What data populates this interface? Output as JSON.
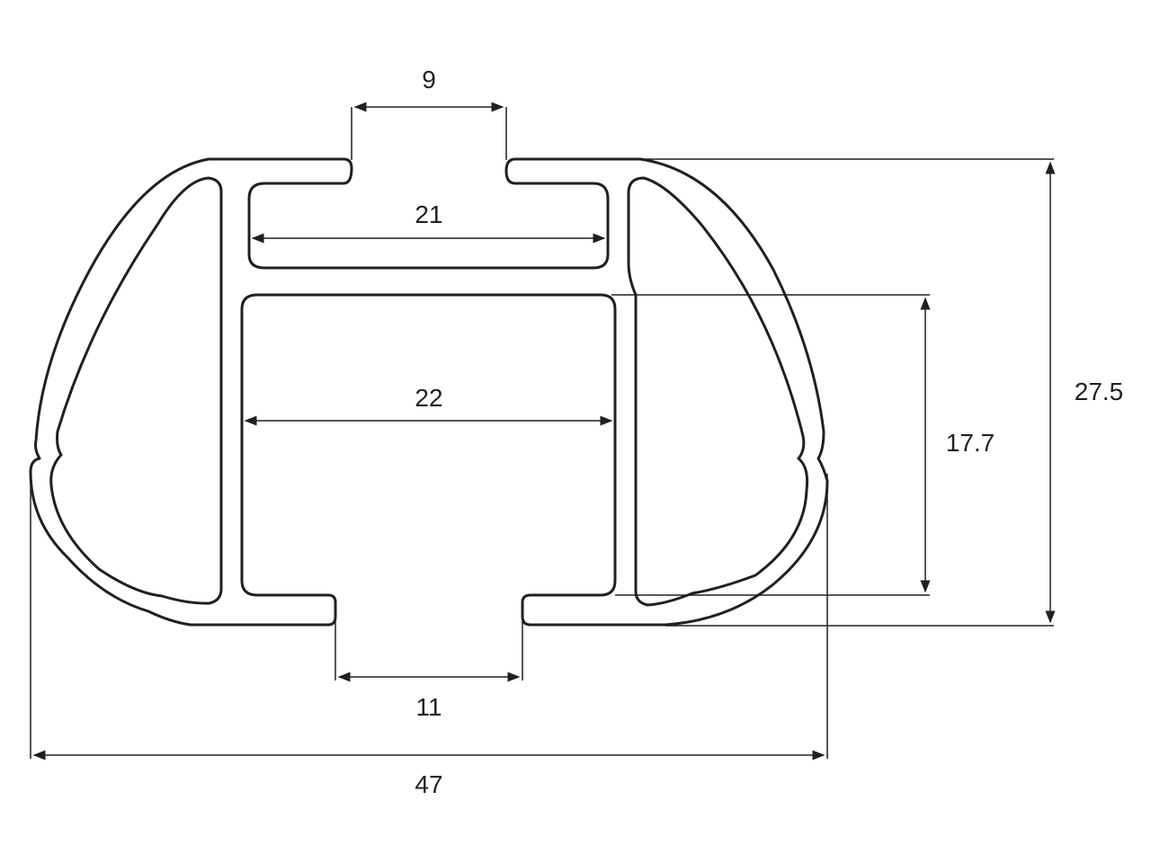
{
  "diagram": {
    "stroke_color": "#231f20",
    "background": "#ffffff",
    "dimensions": {
      "top_slot": "9",
      "upper_channel": "21",
      "main_channel": "22",
      "bottom_slot": "11",
      "overall_width": "47",
      "total_height": "27.5",
      "inner_height": "17.7"
    }
  }
}
